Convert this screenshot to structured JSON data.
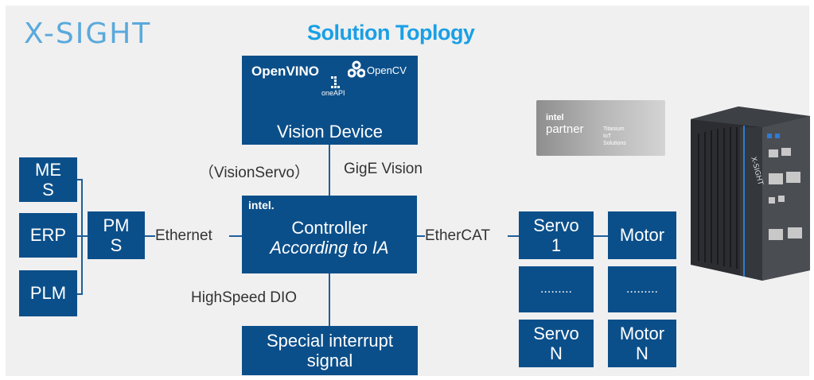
{
  "header": {
    "logo": "X-SIGHT",
    "title": "Solution Toplogy"
  },
  "vision_device": {
    "openvino": "OpenVINO",
    "opencv": "OpenCV",
    "oneapi": "oneAPI",
    "label": "Vision Device"
  },
  "controller": {
    "intel_tag": "intel.",
    "line1": "Controller",
    "line2": "According to IA"
  },
  "interrupt": {
    "line1": "Special interrupt",
    "line2": "signal"
  },
  "systems": {
    "mes_line1": "ME",
    "mes_line2": "S",
    "erp": "ERP",
    "plm": "PLM",
    "pms_line1": "PM",
    "pms_line2": "S"
  },
  "servos": {
    "servo1_line1": "Servo",
    "servo1_line2": "1",
    "servo_dots": ".........",
    "servoN_line1": "Servo",
    "servoN_line2": "N"
  },
  "motors": {
    "motor1": "Motor",
    "motor_dots": ".........",
    "motorN_line1": "Motor",
    "motorN_line2": "N"
  },
  "labels": {
    "vision_servo": "（VisionServo）",
    "gige_vision": "GigE Vision",
    "ethernet": "Ethernet",
    "ethercat": "EtherCAT",
    "high_speed_dio": "HighSpeed DIO"
  },
  "partner_badge": {
    "intel": "intel",
    "partner": "partner",
    "tier_line1": "Titanium",
    "tier_line2": "IoT",
    "tier_line3": "Solutions"
  },
  "device_image": {
    "brand": "X-SIGHT"
  },
  "colors": {
    "box_blue": "#0b4f8a",
    "title_blue": "#19a0e5",
    "logo_blue": "#5aa9dc",
    "line_blue": "#1f5f99"
  }
}
